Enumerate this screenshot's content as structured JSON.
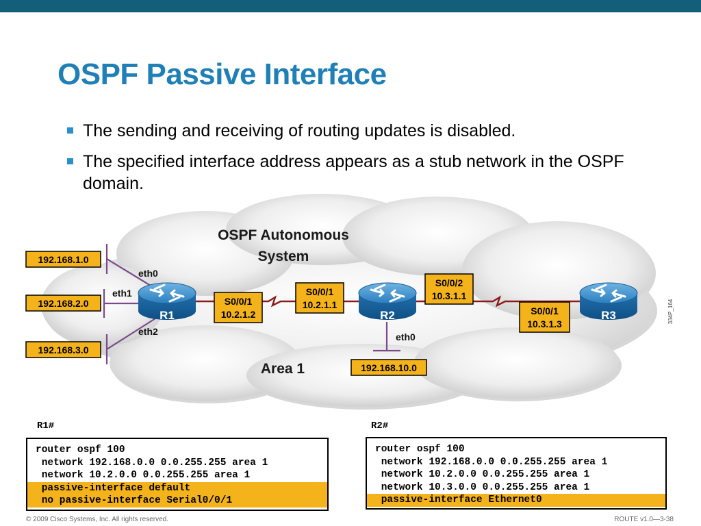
{
  "slide": {
    "title": "OSPF Passive Interface",
    "bullets": [
      "The sending and receiving of routing updates is disabled.",
      "The specified interface address appears as a stub network in the OSPF domain."
    ],
    "footer_left": "© 2009 Cisco Systems, Inc. All rights reserved.",
    "footer_right": "ROUTE v1.0—3-38",
    "colors": {
      "accent_bar": "#135f7a",
      "title": "#1f80b8",
      "bullet": "#2a8fd0",
      "label_fill": "#f5b31b",
      "link": "#8b1a1a",
      "router": "#2a7fbf"
    }
  },
  "diagram": {
    "cloud_title_line1": "OSPF Autonomous",
    "cloud_title_line2": "System",
    "area_label": "Area 1",
    "figure_id": "334P_164",
    "networks": [
      "192.168.1.0",
      "192.168.2.0",
      "192.168.3.0",
      "192.168.10.0"
    ],
    "routers": [
      {
        "name": "R1",
        "icon": "router-icon"
      },
      {
        "name": "R2",
        "icon": "router-icon"
      },
      {
        "name": "R3",
        "icon": "router-icon"
      }
    ],
    "r1_interfaces": {
      "eth0": "eth0",
      "eth1": "eth1",
      "eth2": "eth2"
    },
    "r1_s0": {
      "name": "S0/0/1",
      "ip": "10.2.1.2"
    },
    "r2_s1": {
      "name": "S0/0/1",
      "ip": "10.2.1.1"
    },
    "r2_s2": {
      "name": "S0/0/2",
      "ip": "10.3.1.1"
    },
    "r3_s1": {
      "name": "S0/0/1",
      "ip": "10.3.1.3"
    },
    "r2_eth0": "eth0"
  },
  "configs": {
    "r1": {
      "prompt": "R1#",
      "lines": [
        {
          "text": "router ospf 100",
          "highlight": false
        },
        {
          "text": " network 192.168.0.0 0.0.255.255 area 1",
          "highlight": false
        },
        {
          "text": " network 10.2.0.0 0.0.255.255 area 1",
          "highlight": false
        },
        {
          "text": " passive-interface default",
          "highlight": true
        },
        {
          "text": " no passive-interface Serial0/0/1",
          "highlight": true
        }
      ]
    },
    "r2": {
      "prompt": "R2#",
      "lines": [
        {
          "text": "router ospf 100",
          "highlight": false
        },
        {
          "text": " network 192.168.0.0 0.0.255.255 area 1",
          "highlight": false
        },
        {
          "text": " network 10.2.0.0 0.0.255.255 area 1",
          "highlight": false
        },
        {
          "text": " network 10.3.0.0 0.0.255.255 area 1",
          "highlight": false
        },
        {
          "text": " passive-interface Ethernet0",
          "highlight": true
        }
      ]
    }
  }
}
